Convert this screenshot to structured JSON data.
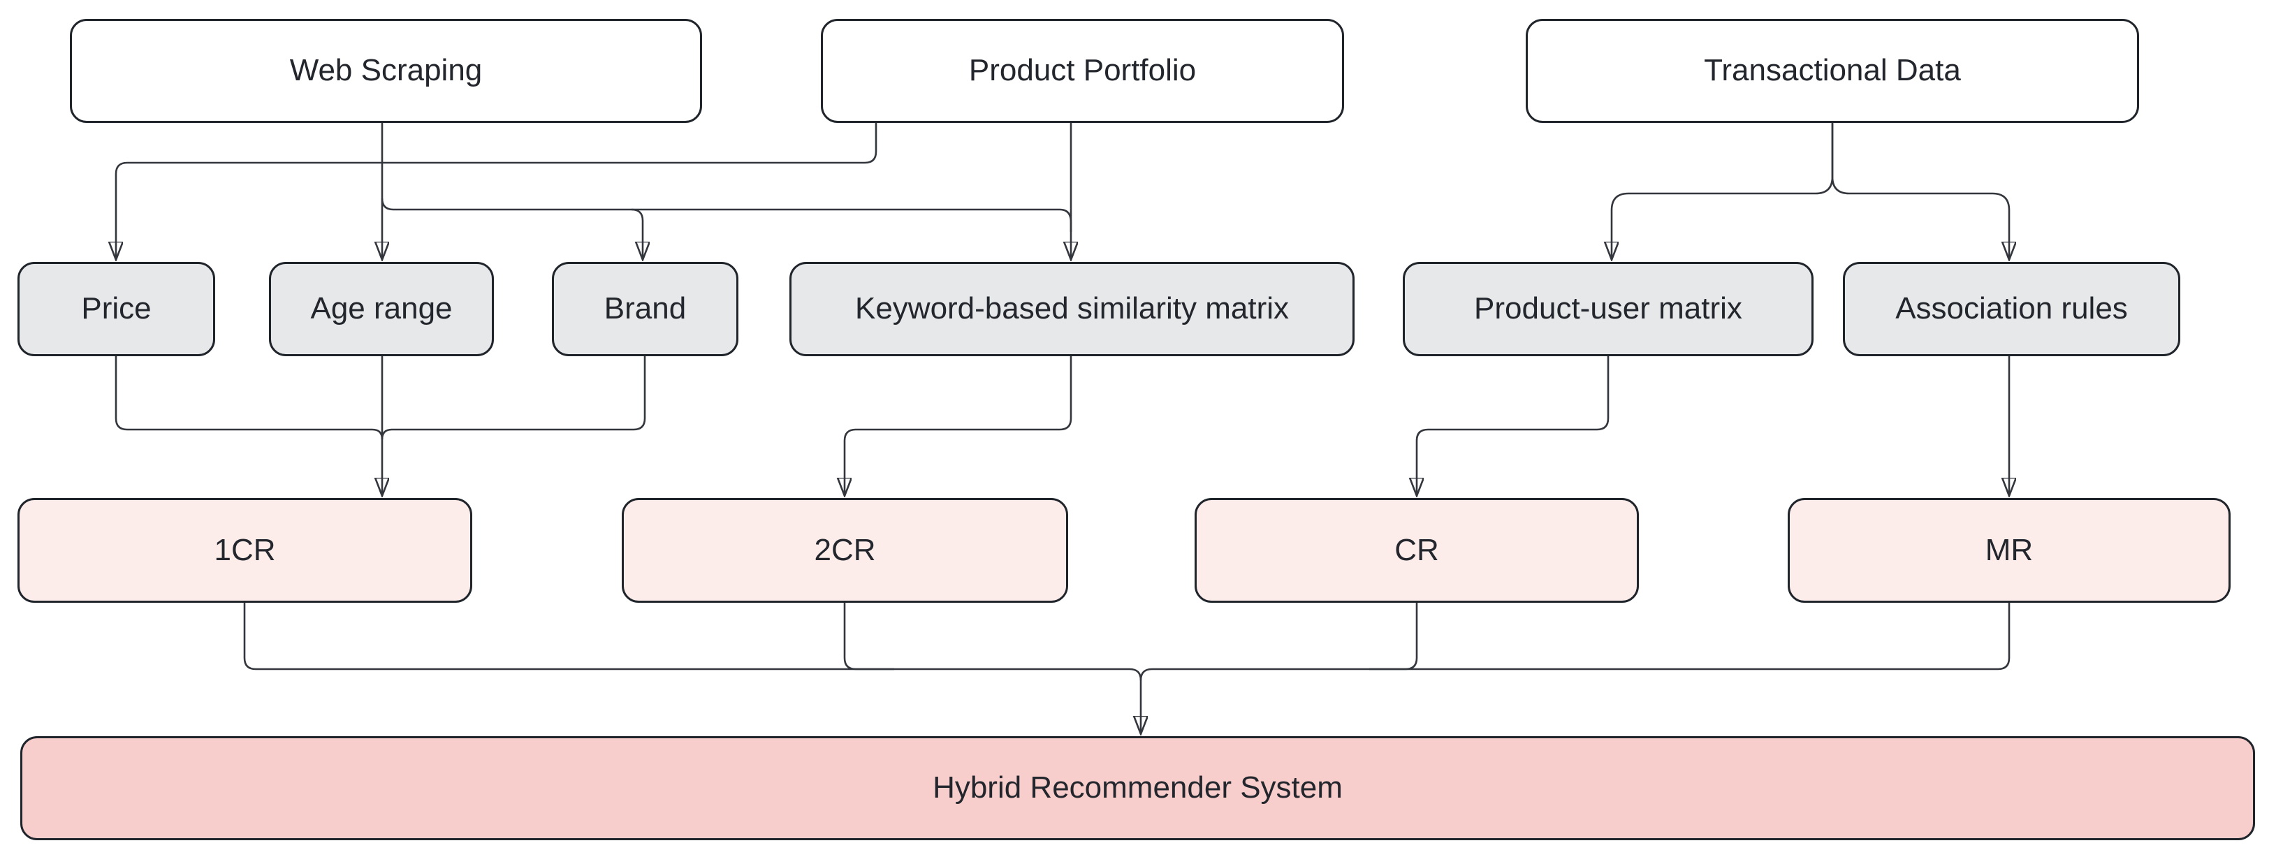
{
  "diagram": {
    "title": "Hybrid Recommender System flowchart",
    "nodes": [
      {
        "id": "web-scraping",
        "label": "Web Scraping",
        "kind": "source"
      },
      {
        "id": "product-portfolio",
        "label": "Product Portfolio",
        "kind": "source"
      },
      {
        "id": "transactional-data",
        "label": "Transactional Data",
        "kind": "source"
      },
      {
        "id": "price",
        "label": "Price",
        "kind": "feature"
      },
      {
        "id": "age-range",
        "label": "Age range",
        "kind": "feature"
      },
      {
        "id": "brand",
        "label": "Brand",
        "kind": "feature"
      },
      {
        "id": "keyword-matrix",
        "label": "Keyword-based similarity matrix",
        "kind": "feature"
      },
      {
        "id": "product-user-matrix",
        "label": "Product-user matrix",
        "kind": "feature"
      },
      {
        "id": "association-rules",
        "label": "Association rules",
        "kind": "feature"
      },
      {
        "id": "1cr",
        "label": "1CR",
        "kind": "recommender"
      },
      {
        "id": "2cr",
        "label": "2CR",
        "kind": "recommender"
      },
      {
        "id": "cr",
        "label": "CR",
        "kind": "recommender"
      },
      {
        "id": "mr",
        "label": "MR",
        "kind": "recommender"
      },
      {
        "id": "hybrid",
        "label": "Hybrid Recommender System",
        "kind": "output"
      }
    ],
    "edges": [
      {
        "from": "product-portfolio",
        "to": "price"
      },
      {
        "from": "web-scraping",
        "to": "age-range"
      },
      {
        "from": "web-scraping",
        "to": "brand"
      },
      {
        "from": "web-scraping",
        "to": "keyword-matrix"
      },
      {
        "from": "product-portfolio",
        "to": "keyword-matrix"
      },
      {
        "from": "transactional-data",
        "to": "product-user-matrix"
      },
      {
        "from": "transactional-data",
        "to": "association-rules"
      },
      {
        "from": "price",
        "to": "1cr"
      },
      {
        "from": "age-range",
        "to": "1cr"
      },
      {
        "from": "brand",
        "to": "1cr"
      },
      {
        "from": "keyword-matrix",
        "to": "2cr"
      },
      {
        "from": "product-user-matrix",
        "to": "cr"
      },
      {
        "from": "association-rules",
        "to": "mr"
      },
      {
        "from": "1cr",
        "to": "hybrid"
      },
      {
        "from": "2cr",
        "to": "hybrid"
      },
      {
        "from": "cr",
        "to": "hybrid"
      },
      {
        "from": "mr",
        "to": "hybrid"
      }
    ],
    "colors": {
      "background": "#ffffff",
      "source_fill": "#ffffff",
      "feature_fill": "#e6e8ea",
      "recommender_fill": "#fcedeb",
      "output_fill": "#f8cecc",
      "stroke": "#20242b",
      "edge": "#33363c",
      "text": "#23262c"
    }
  }
}
